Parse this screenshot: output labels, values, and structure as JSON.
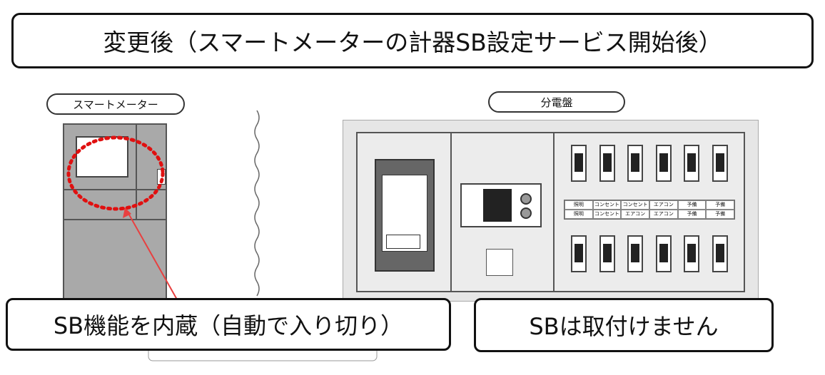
{
  "title": "変更後（スマートメーターの計器SB設定サービス開始後）",
  "meter": {
    "label": "スマートメーター",
    "callout": "SB機能を内蔵（自動で入り切り）"
  },
  "panel": {
    "label": "分電盤",
    "callout": "SBは取付けません",
    "circuit_labels_top": [
      "照明",
      "コンセント",
      "コンセント",
      "エアコン",
      "予備",
      "予備"
    ],
    "circuit_labels_bottom": [
      "照明",
      "コンセント",
      "エアコン",
      "エアコン",
      "予備",
      "予備"
    ]
  },
  "colors": {
    "arrow": "#e84040",
    "dotted_circle": "#e01010"
  }
}
